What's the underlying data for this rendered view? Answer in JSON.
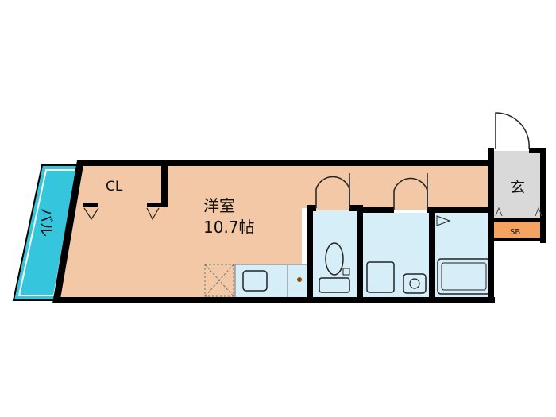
{
  "floor_plan": {
    "rooms": {
      "western_room": {
        "name": "洋室",
        "size": "10.7帖"
      },
      "closet": {
        "name": "CL"
      },
      "entrance": {
        "name": "玄"
      },
      "shoe_box": {
        "name": "SB"
      },
      "balcony": {
        "name": "バル"
      }
    },
    "colors": {
      "room_floor": "#f2c8a6",
      "wet_area": "#d6eef8",
      "balcony": "#35c6dd",
      "entrance": "#d9d9d9",
      "shoe_box": "#f4a460",
      "wall": "#000000"
    }
  }
}
